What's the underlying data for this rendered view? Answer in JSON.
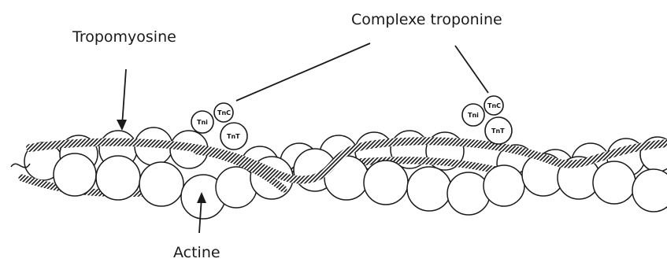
{
  "labels": {
    "tropomyosin": "Tropomyosine",
    "troponin_complex": "Complexe troponine",
    "actin": "Actine"
  },
  "troponin_subunits": {
    "tni": "Tni",
    "tnc": "TnC",
    "tnt": "TnT"
  },
  "colors": {
    "ink": "#1a1a1a",
    "bead_fill": "#ffffff",
    "strand_fill": "#3a3a3a"
  }
}
